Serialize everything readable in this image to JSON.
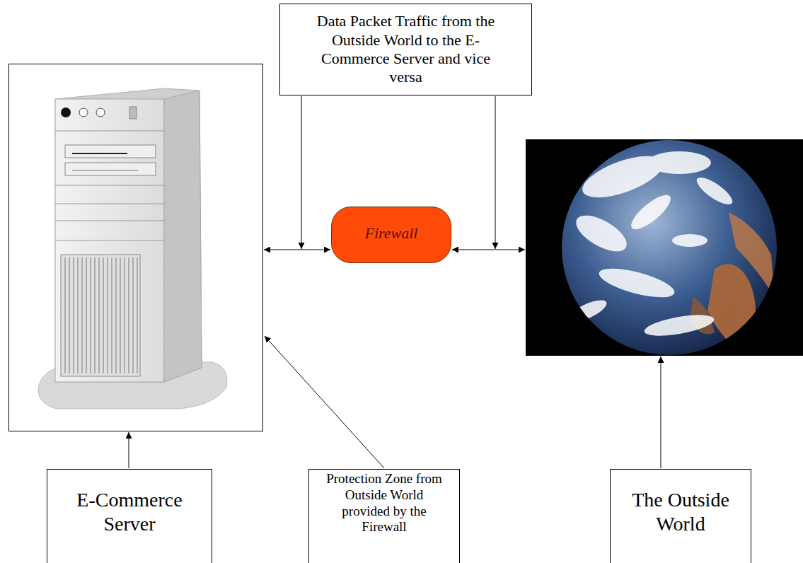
{
  "diagram": {
    "nodes": [
      {
        "text": [
          "Data Packet Traffic from the Outside World to the E-Commerce Server and vice versa"
        ]
      },
      {
        "text": [
          "Firewall"
        ]
      },
      {
        "text": [
          "E-Commerce Server"
        ]
      },
      {
        "text": [
          "Protection Zone from Outside World provided by the Firewall"
        ]
      },
      {
        "text": [
          "The Outside World"
        ]
      }
    ]
  }
}
